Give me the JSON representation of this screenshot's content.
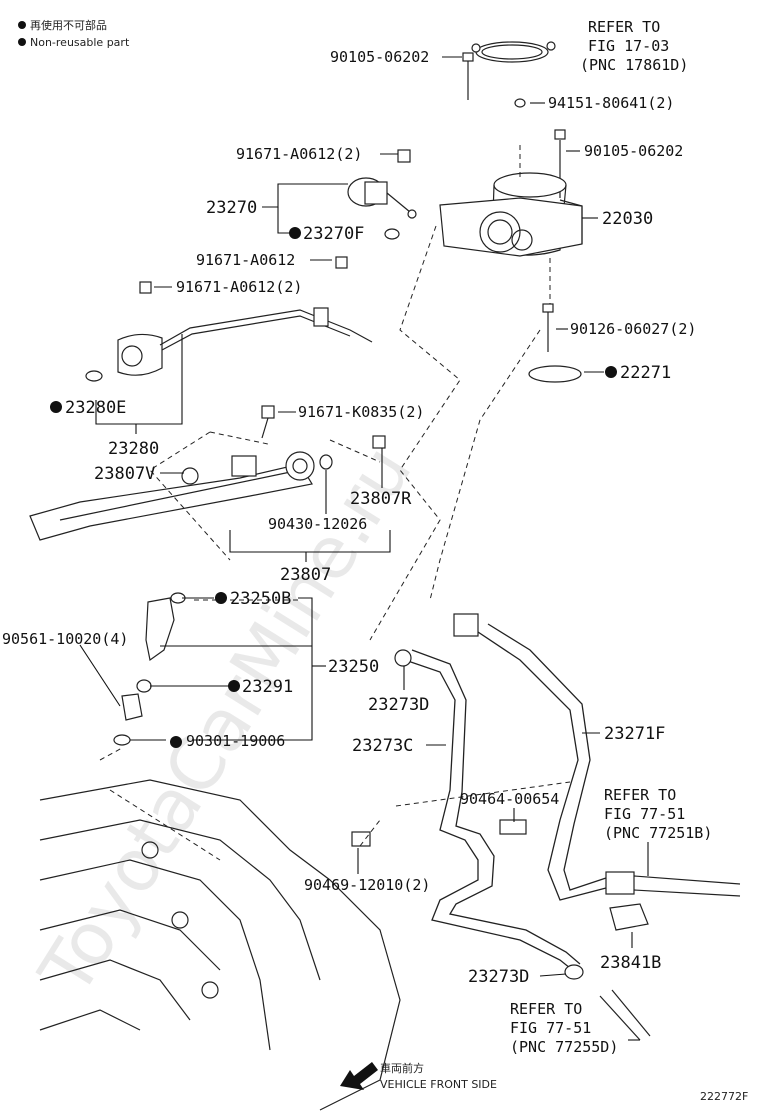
{
  "legend": {
    "jp": "再使用不可部品",
    "en": "Non-reusable part"
  },
  "watermark": "ToyotaCarMine.ru",
  "figure_id": "222772F",
  "direction": {
    "jp": "車両前方",
    "en": "VEHICLE FRONT SIDE"
  },
  "refer_1": {
    "l1": "REFER TO",
    "l2": "FIG 17-03",
    "l3": "(PNC 17861D)"
  },
  "refer_2": {
    "l1": "REFER TO",
    "l2": "FIG 77-51",
    "l3": "(PNC 77251B)"
  },
  "refer_3": {
    "l1": "REFER TO",
    "l2": "FIG 77-51",
    "l3": "(PNC 77255D)"
  },
  "parts": {
    "p90105_06202_a": "90105-06202",
    "p94151": "94151-80641(2)",
    "p90105_06202_b": "90105-06202",
    "p91671_a0612_2a": "91671-A0612(2)",
    "p23270": "23270",
    "p23270f": "23270F",
    "p22030": "22030",
    "p91671_a0612": "91671-A0612",
    "p91671_a0612_2b": "91671-A0612(2)",
    "p90126": "90126-06027(2)",
    "p22271": "22271",
    "p23280e": "23280E",
    "p91671_k0835": "91671-K0835(2)",
    "p23280": "23280",
    "p23807v": "23807V",
    "p23807r": "23807R",
    "p90430": "90430-12026",
    "p23807": "23807",
    "p23250b": "23250B",
    "p90561": "90561-10020(4)",
    "p23250": "23250",
    "p23291": "23291",
    "p23273d_a": "23273D",
    "p23271f": "23271F",
    "p90301": "90301-19006",
    "p23273c": "23273C",
    "p90464": "90464-00654",
    "p90469": "90469-12010(2)",
    "p23841b": "23841B",
    "p23273d_b": "23273D"
  },
  "non_reusable": [
    "22271",
    "23280E",
    "23270F",
    "23250B",
    "23291",
    "90301-19006"
  ]
}
